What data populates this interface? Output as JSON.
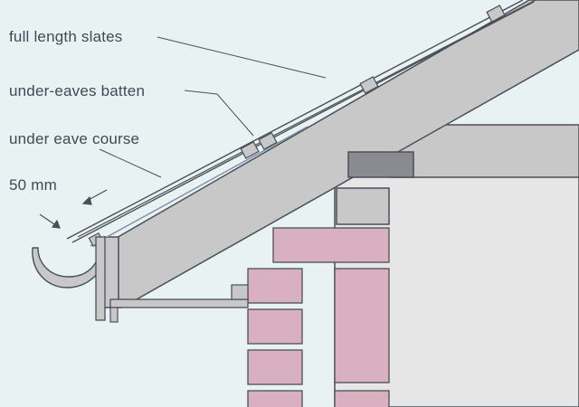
{
  "labels": {
    "full_length_slates": "full length slates",
    "under_eaves_batten": "under-eaves batten",
    "under_eave_course": "under eave course",
    "dimension": "50 mm"
  },
  "colors": {
    "background": "#e8f2f3",
    "wall": "#e6e6e6",
    "timber": "#c8c8c8",
    "brick": "#d8b0bf",
    "block": "#898b91",
    "outline": "#4a4f58",
    "text": "#3d4a57"
  }
}
